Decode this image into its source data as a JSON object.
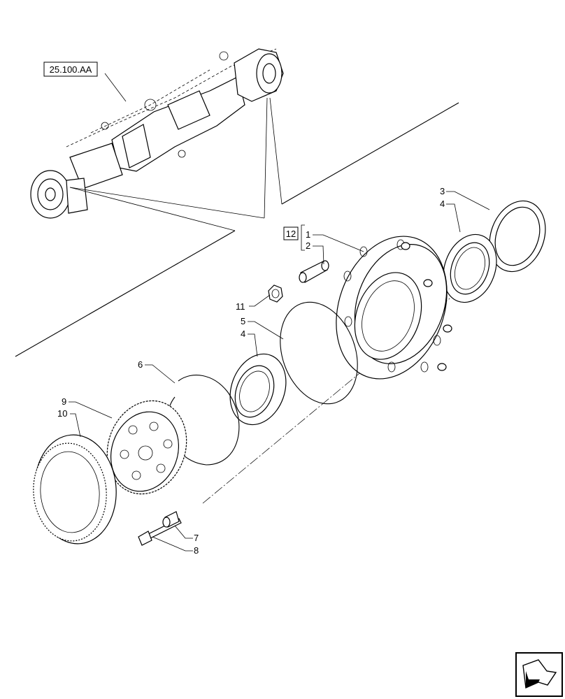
{
  "reference_label": "25.100.AA",
  "group_label": "12",
  "callouts": {
    "c1": "1",
    "c2": "2",
    "c3": "3",
    "c4a": "4",
    "c4b": "4",
    "c5": "5",
    "c6": "6",
    "c7": "7",
    "c8": "8",
    "c9": "9",
    "c10": "10",
    "c11": "11"
  },
  "nav_icon": "next-page-arrow-icon"
}
